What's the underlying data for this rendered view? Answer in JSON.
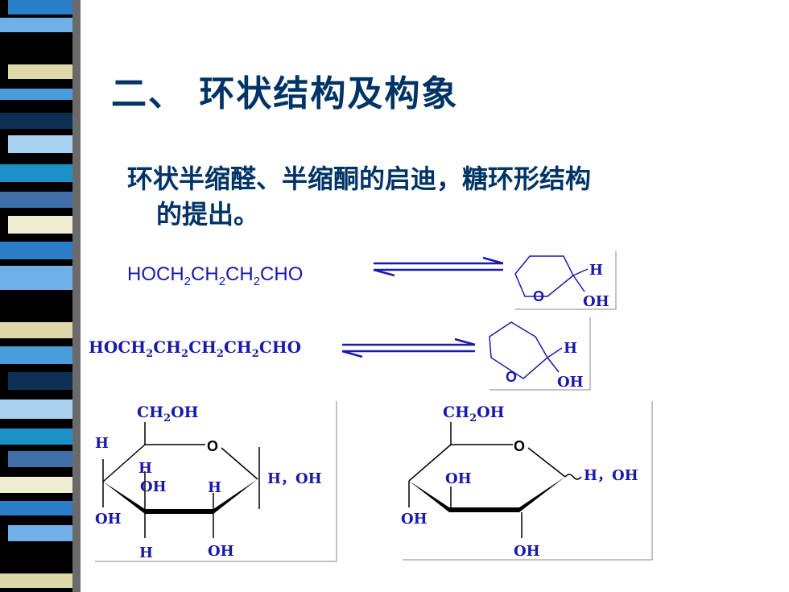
{
  "slide": {
    "title": "二、 环状结构及构象",
    "bullet_line1": "环状半缩醛、半缩酮的启迪，糖环形结构",
    "bullet_line2": "的提出。"
  },
  "reaction1": {
    "reactant": [
      "HOCH",
      "2",
      "CH",
      "2",
      "CH",
      "2",
      "CHO"
    ],
    "product_o": "O",
    "product_h": "H",
    "product_oh": "OH"
  },
  "reaction2": {
    "reactant": [
      "HOCH",
      "2",
      "CH",
      "2",
      "CH",
      "2",
      "CH",
      "2",
      "CHO"
    ],
    "product_o": "O",
    "product_h": "H",
    "product_oh": "OH"
  },
  "haworth_left": {
    "ch2oh": [
      "CH",
      "2",
      "OH"
    ],
    "ring_o": "O",
    "c4_h": "H",
    "c3_h": "H",
    "c3_oh": "OH",
    "c2_h": "H",
    "c1_label": "H，OH",
    "c4_oh": "OH",
    "bottom_h": "H",
    "bottom_oh": "OH"
  },
  "haworth_right": {
    "ch2oh": [
      "CH",
      "2",
      "OH"
    ],
    "ring_o": "O",
    "c3_oh": "OH",
    "c1_label": "H，OH",
    "c4_oh": "OH",
    "bottom_oh": "OH"
  },
  "colors": {
    "title": "#003366",
    "chem": "#1a1aa8",
    "arrow": "#1a1aa8"
  }
}
